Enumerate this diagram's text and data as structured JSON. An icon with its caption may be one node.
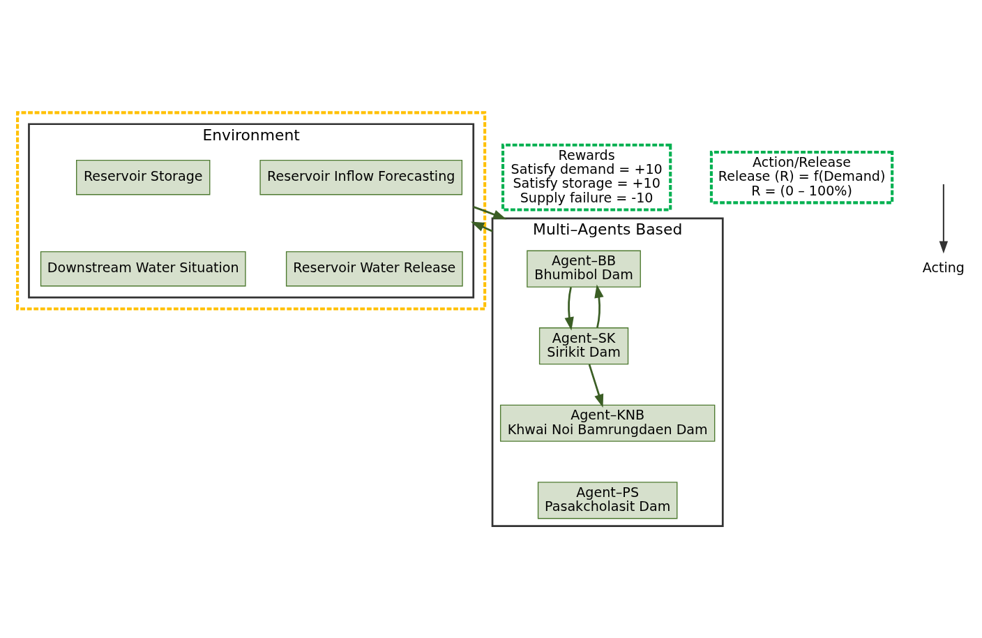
{
  "diagram": {
    "nodes": [
      {
        "text": [],
        "shape": "box"
      },
      {
        "text": [
          "Environment"
        ],
        "in": 0
      },
      {
        "text": [
          "Reservoir Inflow Forecasting"
        ],
        "in": 1
      },
      {
        "text": [
          "Reservoir Storage"
        ],
        "in": 1
      },
      {
        "text": [
          "Reservoir Water Release"
        ],
        "in": 1
      },
      {
        "text": [
          "Downstream Water Situation"
        ],
        "in": 1
      },
      {
        "text": [
          "Rewards",
          "Satisfy demand = +10",
          "Satisfy storage = +10",
          "Supply failure = -10"
        ]
      },
      {
        "text": [
          "Action/Release",
          "Release (R) = f(Demand)",
          "R = (0 – 100%)"
        ]
      },
      {
        "text": [
          "Multi–Agents Based"
        ]
      },
      {
        "text": [
          "Agent–BB",
          "Bhumibol Dam"
        ],
        "in": 8
      },
      {
        "text": [
          "Agent–SK",
          "Sirikit Dam"
        ],
        "in": 8
      },
      {
        "text": [
          "Agent–KNB",
          "Khwai Noi Bamrungdaen Dam"
        ],
        "in": 8
      },
      {
        "text": [
          "Agent–PS",
          "Pasakcholasit Dam"
        ],
        "in": 8
      }
    ],
    "edges": [
      {
        "from": 1,
        "to": 8,
        "arrow": "to"
      },
      {
        "from": 8,
        "to": 1,
        "arrow": "to"
      },
      {
        "from": 9,
        "to": 10,
        "arrow": "to"
      },
      {
        "from": 10,
        "to": 9,
        "arrow": "to"
      },
      {
        "from": 10,
        "to": 11,
        "arrow": "to"
      }
    ],
    "legend": [
      {
        "text": "Acting"
      }
    ]
  }
}
